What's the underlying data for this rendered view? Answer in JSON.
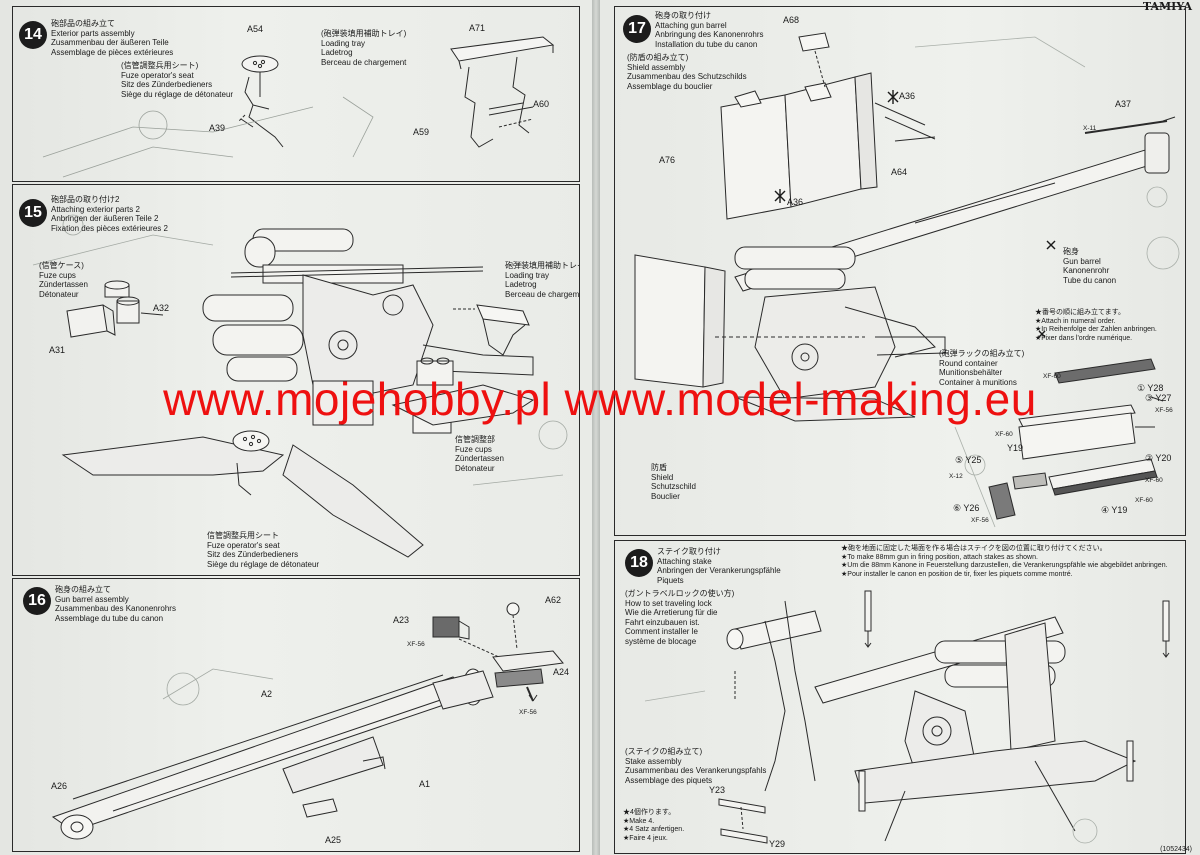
{
  "brand": "TAMIYA",
  "watermark": "www.mojehobby.pl www.model-making.eu",
  "footer_code": "(1052434)",
  "steps": {
    "s14": {
      "num": "14",
      "title": [
        "砲部品の組み立て",
        "Exterior parts assembly",
        "Zusammenbau der äußeren Teile",
        "Assemblage de pièces extérieures"
      ],
      "sub1": [
        "(信管調整兵用シート)",
        "Fuze operator's seat",
        "Sitz des Zünderbedieners",
        "Siège du réglage de détonateur"
      ],
      "sub2": [
        "(砲弾装填用補助トレイ)",
        "Loading tray",
        "Ladetrog",
        "Berceau de chargement"
      ],
      "parts": {
        "a54": "A54",
        "a39": "A39",
        "a71": "A71",
        "a60": "A60",
        "a59": "A59"
      }
    },
    "s15": {
      "num": "15",
      "title": [
        "砲部品の取り付け2",
        "Attaching exterior parts 2",
        "Anbringen der äußeren Teile 2",
        "Fixation des pièces extérieures 2"
      ],
      "sub1": [
        "(信管ケース)",
        "Fuze cups",
        "Zündertassen",
        "Détonateur"
      ],
      "sub2": [
        "砲弾装填用補助トレイ",
        "Loading tray",
        "Ladetrog",
        "Berceau de chargement"
      ],
      "sub3": [
        "信管調整部",
        "Fuze cups",
        "Zündertassen",
        "Détonateur"
      ],
      "sub4": [
        "信管調整兵用シート",
        "Fuze operator's seat",
        "Sitz des Zünderbedieners",
        "Siège du réglage de détonateur"
      ],
      "parts": {
        "a32": "A32",
        "a31": "A31"
      }
    },
    "s16": {
      "num": "16",
      "title": [
        "砲身の組み立て",
        "Gun barrel assembly",
        "Zusammenbau des Kanonenrohrs",
        "Assemblage du tube du canon"
      ],
      "parts": {
        "a23": "A23",
        "a62": "A62",
        "a24": "A24",
        "a2": "A2",
        "a1": "A1",
        "a26": "A26",
        "a25": "A25"
      },
      "paints": {
        "p1": "XF-56",
        "p2": "XF-56"
      }
    },
    "s17": {
      "num": "17",
      "title": [
        "砲身の取り付け",
        "Attaching gun barrel",
        "Anbringung des Kanonenrohrs",
        "Installation du tube du canon"
      ],
      "sub1": [
        "(防盾の組み立て)",
        "Shield assembly",
        "Zusammenbau des Schutzschilds",
        "Assemblage du bouclier"
      ],
      "sub2": [
        "砲身",
        "Gun barrel",
        "Kanonenrohr",
        "Tube du canon"
      ],
      "sub3": [
        "★番号の順に組み立てます。",
        "★Attach in numeral order.",
        "★In Reihenfolge der Zahlen anbringen.",
        "★Fixer dans l'ordre numérique."
      ],
      "sub4": [
        "(砲弾ラックの組み立て)",
        "Round container",
        "Munitionsbehälter",
        "Container à munitions"
      ],
      "sub5": [
        "防盾",
        "Shield",
        "Schutzschild",
        "Bouclier"
      ],
      "parts": {
        "a68": "A68",
        "a36a": "A36",
        "a37": "A37",
        "a76": "A76",
        "a64": "A64",
        "a36b": "A36"
      },
      "rack": {
        "y28": "① Y28",
        "y27": "③ Y27",
        "y19a": "Y19",
        "y20": "② Y20",
        "y25": "⑤ Y25",
        "y26": "⑥ Y26",
        "y19b": "④ Y19"
      },
      "paints": {
        "xf60a": "XF-60",
        "xf56a": "XF-56",
        "xf60b": "XF-60",
        "xf60c": "XF-60",
        "x12": "X-12",
        "xf60d": "XF-60",
        "xf56b": "XF-56",
        "x11": "X-11"
      }
    },
    "s18": {
      "num": "18",
      "title": [
        "ステイク取り付け",
        "Attaching stake",
        "Anbringen der Verankerungspfähle",
        "Piquets"
      ],
      "note": [
        "★砲を地面に固定した場面を作る場合はステイクを図の位置に取り付けてください。",
        "★To make 88mm gun in firing position, attach stakes as shown.",
        "★Um die 88mm Kanone in Feuerstellung darzustellen, die Verankerungspfähle wie abgebildet anbringen.",
        "★Pour installer le canon en position de tir, fixer les piquets comme montré."
      ],
      "sub1": [
        "(ガントラベルロックの使い方)",
        "How to set traveling lock",
        "Wie die Arretierung für die",
        "Fahrt einzubauen ist.",
        "Comment installer le",
        "système de blocage"
      ],
      "sub2": [
        "(ステイクの組み立て)",
        "Stake assembly",
        "Zusammenbau des Verankerungspfahls",
        "Assemblage des piquets"
      ],
      "make": [
        "★4個作ります。",
        "★Make 4.",
        "★4 Satz anfertigen.",
        "★Faire 4 jeux."
      ],
      "parts": {
        "y23": "Y23",
        "y29": "Y29"
      }
    }
  }
}
